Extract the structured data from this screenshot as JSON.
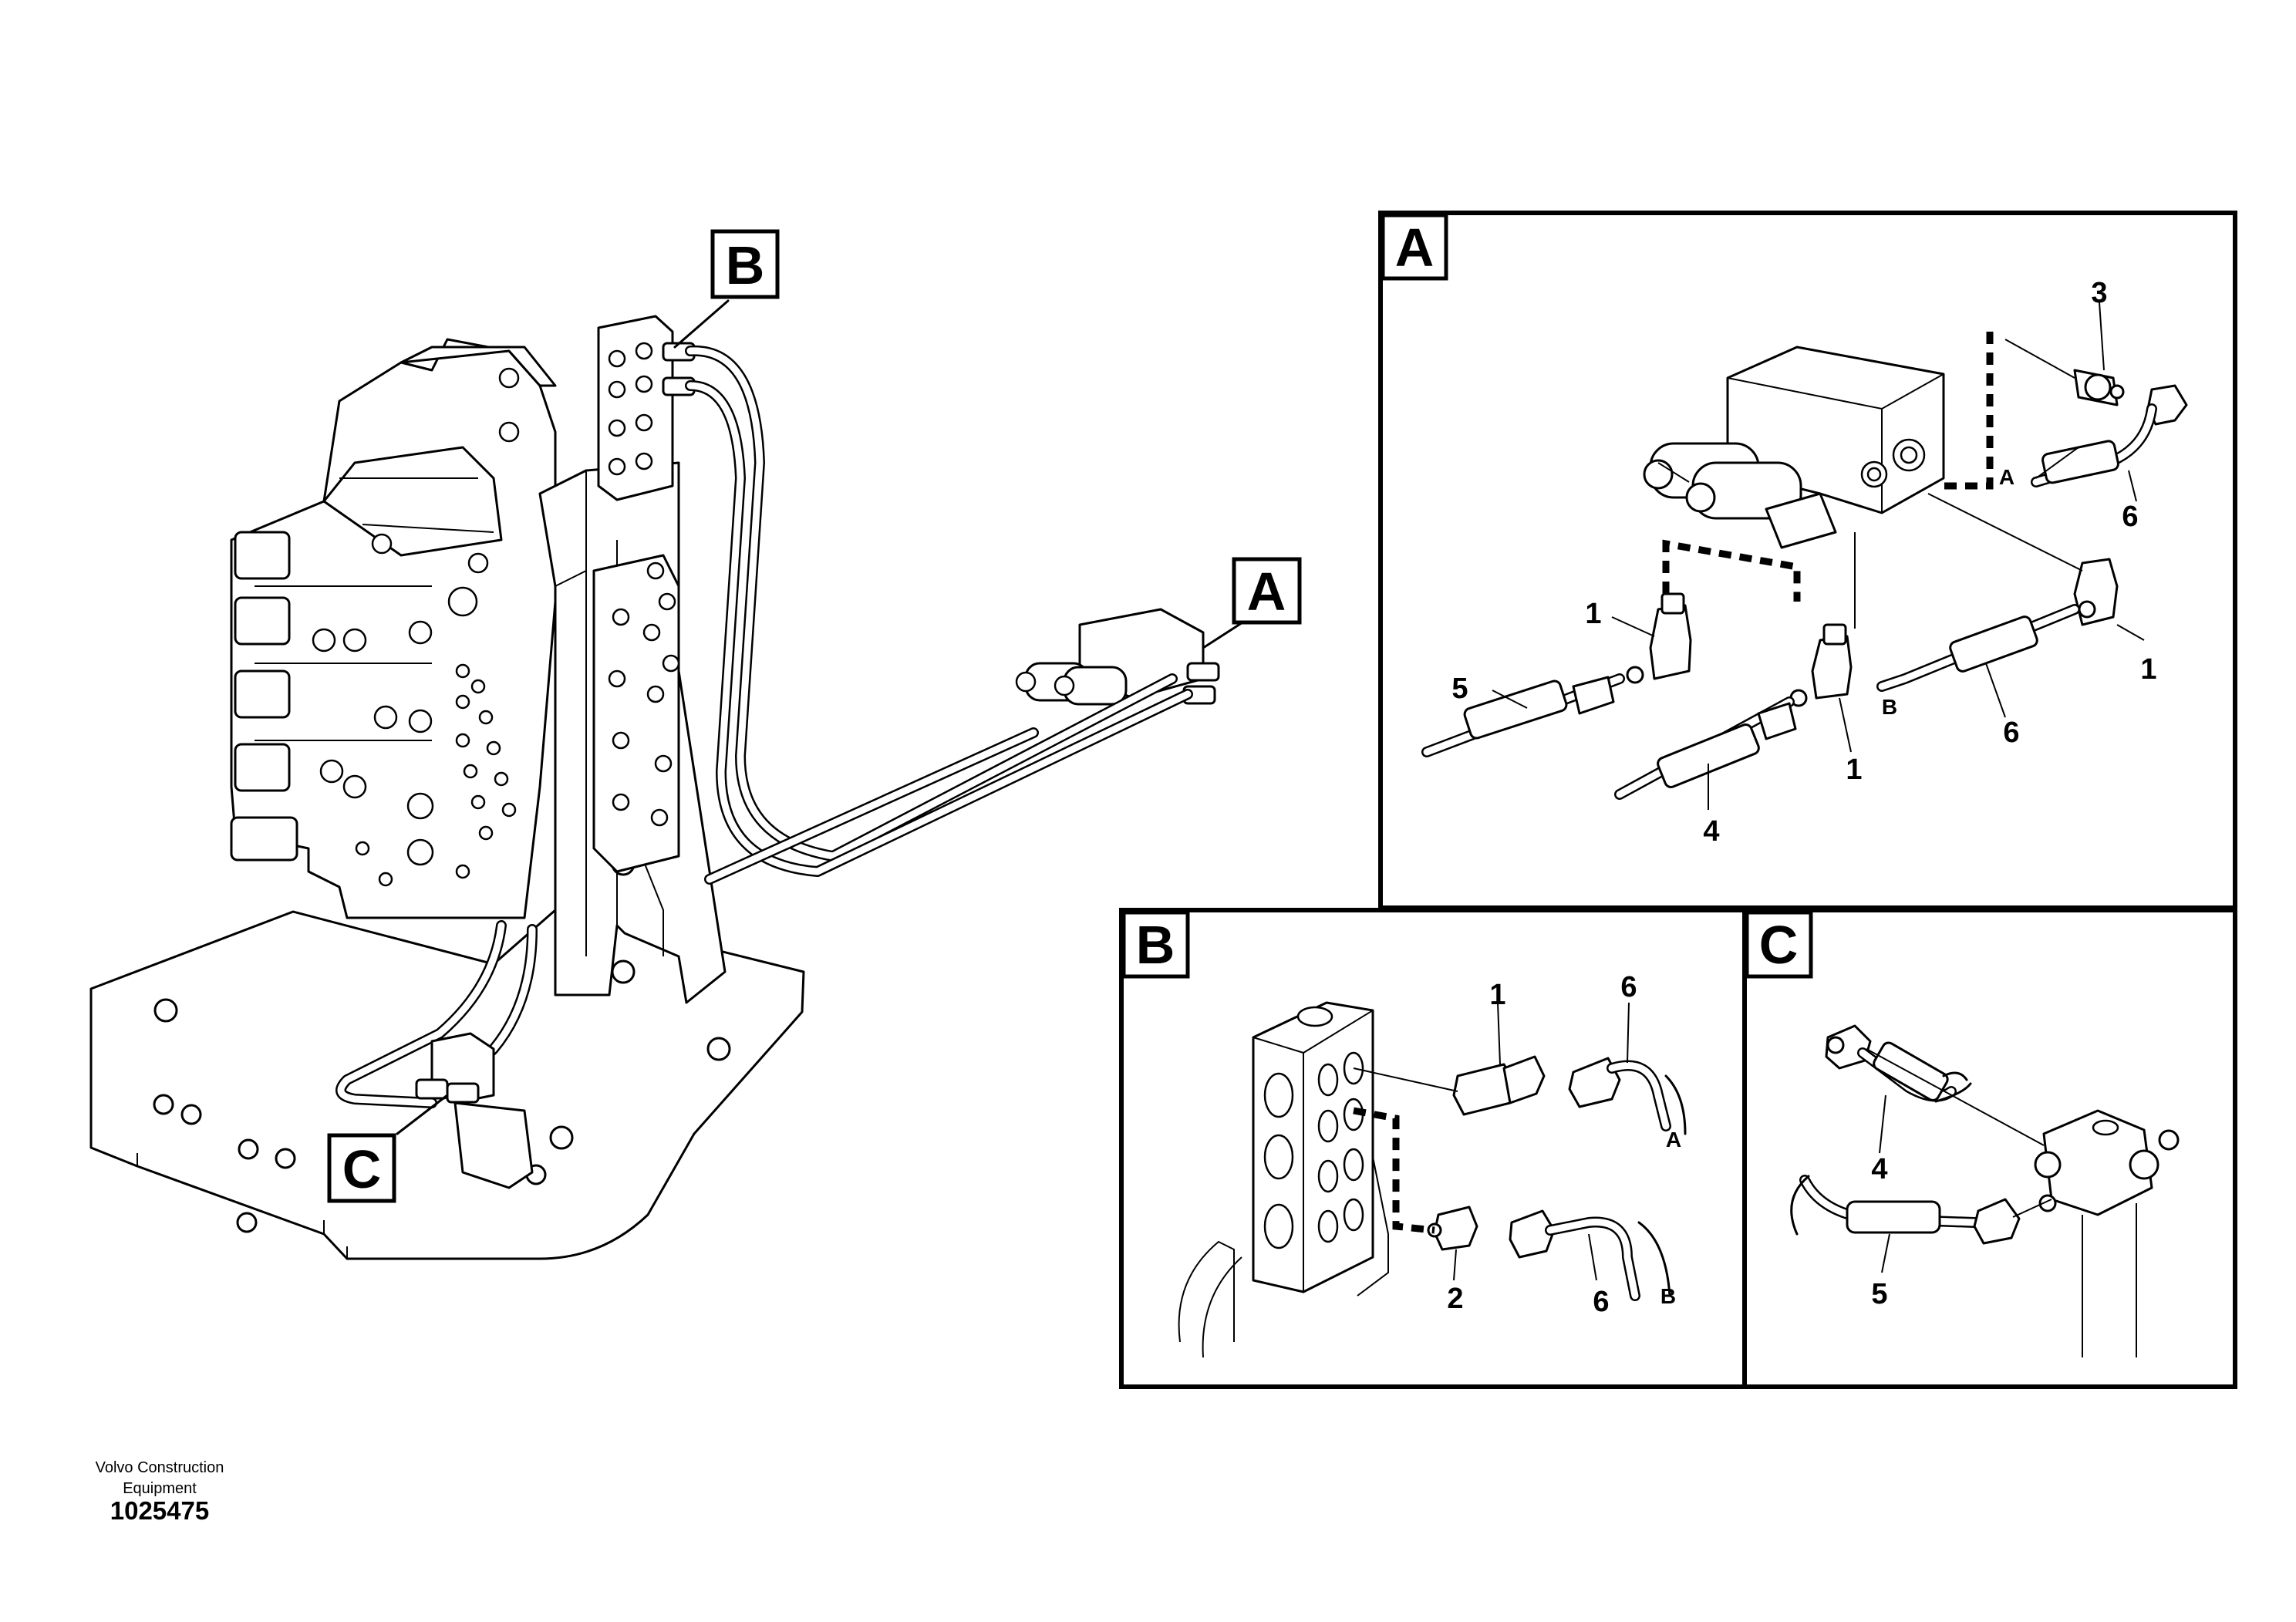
{
  "footer": {
    "company": "Volvo Construction Equipment",
    "drawing_number": "1025475"
  },
  "callouts": {
    "overview": [
      "A",
      "B",
      "C"
    ],
    "detail_a": {
      "title": "A",
      "part_numbers": [
        "1",
        "1",
        "1",
        "3",
        "4",
        "5",
        "6",
        "6"
      ],
      "port_labels": [
        "A",
        "B"
      ]
    },
    "detail_b": {
      "title": "B",
      "part_numbers": [
        "1",
        "2",
        "6",
        "6"
      ],
      "port_labels": [
        "A",
        "B"
      ]
    },
    "detail_c": {
      "title": "C",
      "part_numbers": [
        "4",
        "5"
      ]
    }
  }
}
